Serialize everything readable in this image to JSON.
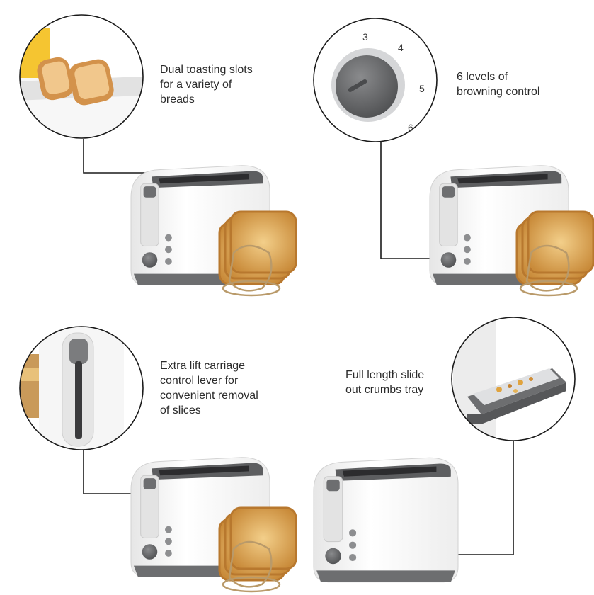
{
  "features": [
    {
      "id": "dual-slots",
      "lines": [
        "Dual toasting slots",
        "for a variety of",
        "breads"
      ]
    },
    {
      "id": "browning",
      "lines": [
        "6 levels of",
        "browning control"
      ]
    },
    {
      "id": "lift-lever",
      "lines": [
        "Extra lift carriage",
        "control lever for",
        "convenient removal",
        "of slices"
      ]
    },
    {
      "id": "crumb-tray",
      "lines": [
        "Full length slide",
        "out crumbs tray"
      ]
    }
  ],
  "dial_numbers": [
    "3",
    "4",
    "5",
    "6"
  ],
  "colors": {
    "body": "#f4f4f4",
    "trim": "#6d6e70",
    "toast": "#e3b163",
    "crust": "#b8782e",
    "line": "#1a1a1a"
  }
}
